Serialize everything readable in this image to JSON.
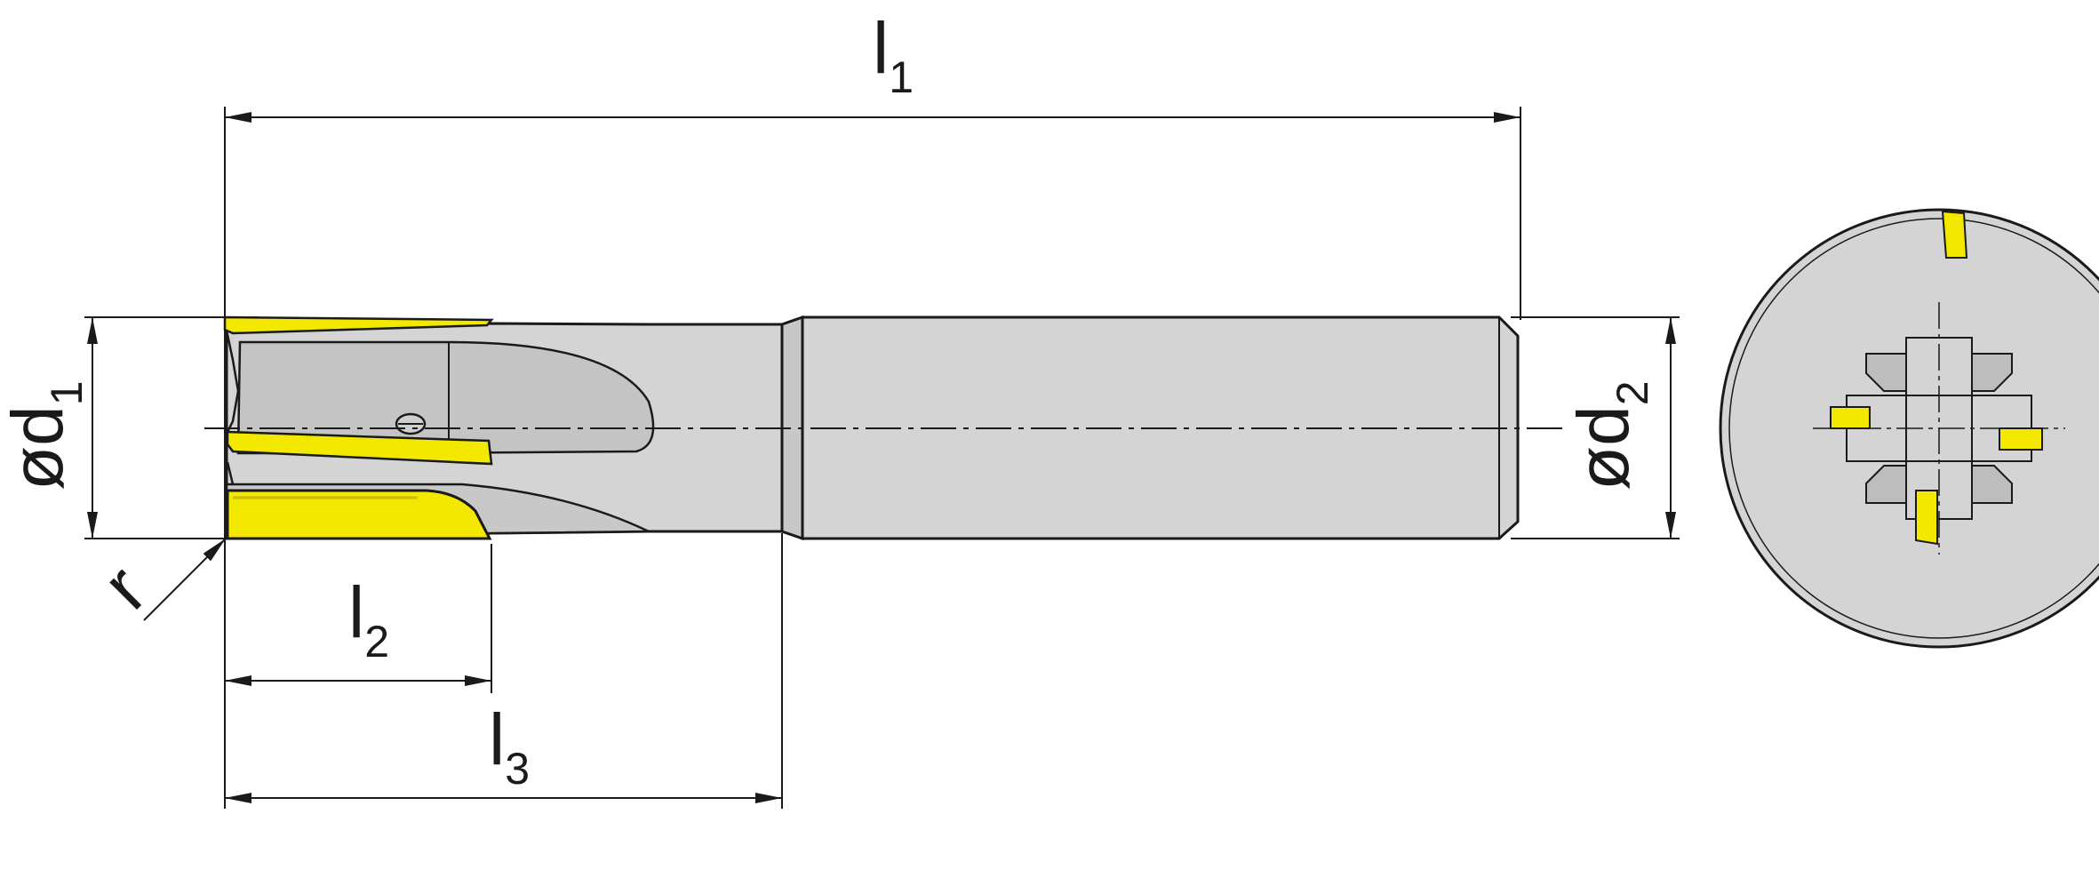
{
  "colors": {
    "body": "#d4d4d4",
    "body_dark": "#bdbdbd",
    "insert": "#f2e800",
    "insert_dark": "#c8be00",
    "line": "#1a1a1a"
  },
  "labels": {
    "l1": {
      "main": "l",
      "sub": "1"
    },
    "l2": {
      "main": "l",
      "sub": "2"
    },
    "l3": {
      "main": "l",
      "sub": "3"
    },
    "d1": {
      "main": "ød",
      "sub": "1"
    },
    "d2": {
      "main": "ød",
      "sub": "2"
    },
    "r": "r"
  }
}
